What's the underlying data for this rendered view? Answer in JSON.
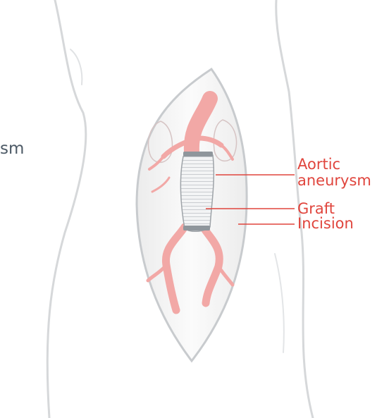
{
  "labels": {
    "aortic_line1": "Aortic",
    "aortic_line2": "aneurysm",
    "graft": "Graft",
    "incision": "Incision"
  },
  "clipped_text": "sm",
  "colors": {
    "label": "#e0453d",
    "leader_line": "#e0453d",
    "artery": "#f2a8a6",
    "graft": "#eef1f3",
    "body_outline": "#d3d6d8",
    "clipped_text": "#4d5a66"
  },
  "icons": [
    "torso-outline",
    "incision-window",
    "aorta",
    "kidney",
    "graft"
  ]
}
